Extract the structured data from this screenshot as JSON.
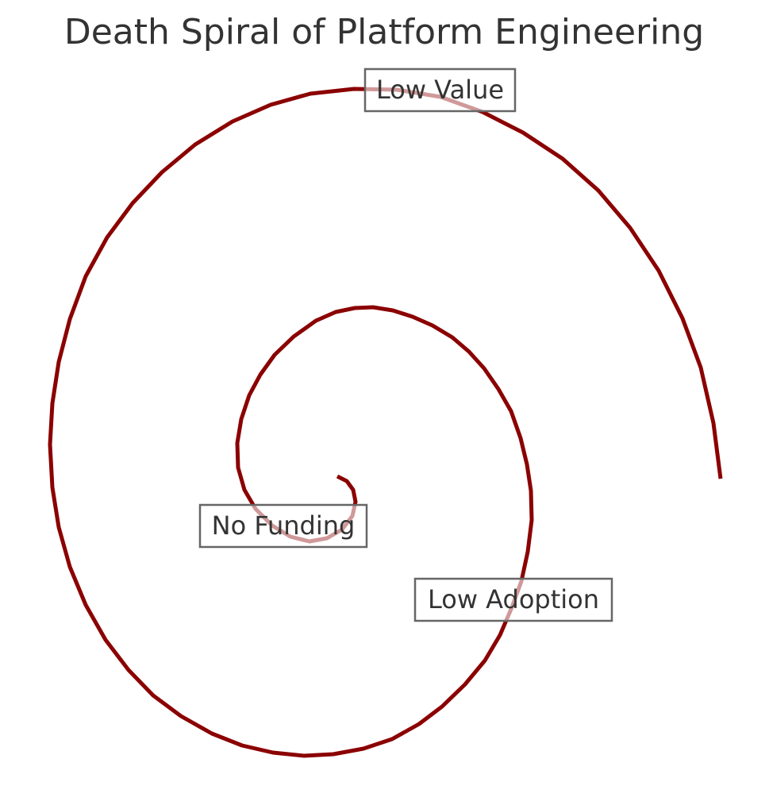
{
  "title": "Death Spiral of Platform Engineering",
  "labels": {
    "low_value": "Low Value",
    "no_funding": "No Funding",
    "low_adoption": "Low Adoption"
  },
  "colors": {
    "spiral": "#8b0000",
    "text": "#333333",
    "box_border": "#666666",
    "background": "#ffffff"
  }
}
